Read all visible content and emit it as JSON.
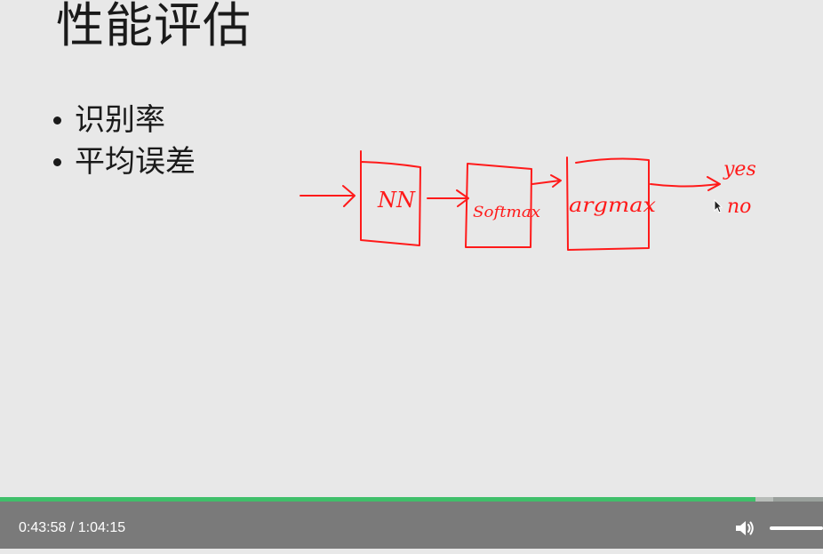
{
  "slide": {
    "title": "性能评估",
    "bullets": [
      "识别率",
      "平均误差"
    ],
    "annotations": {
      "box_labels": [
        "NN",
        "Softmax",
        "argmax"
      ],
      "outputs": [
        "yes",
        "no"
      ],
      "ink_color": "#ff1a1a"
    }
  },
  "player": {
    "current_time": "0:43:58",
    "separator": " / ",
    "duration": "1:04:15",
    "progress_fraction": 0.918,
    "buffered_fraction": 0.94,
    "volume_level": 1.0,
    "accent_color": "#3fbf6a",
    "icons": [
      "volume-icon",
      "cursor-icon"
    ]
  }
}
